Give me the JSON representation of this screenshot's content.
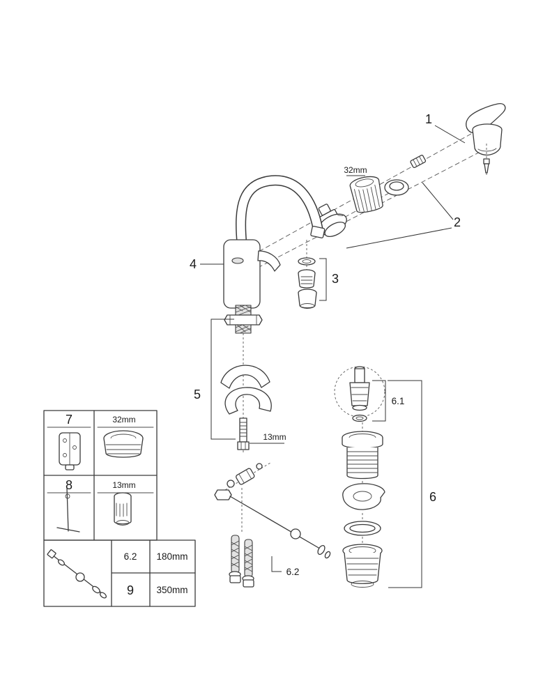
{
  "callouts": {
    "n1": "1",
    "n2": "2",
    "n3": "3",
    "n4": "4",
    "n5": "5",
    "n6": "6",
    "n6_1": "6.1",
    "n6_2": "6.2"
  },
  "dimensions": {
    "cartridge_nut": "32mm",
    "mounting_stud": "13mm"
  },
  "legend": {
    "tool7": {
      "num": "7",
      "size": "32mm"
    },
    "tool8": {
      "num": "8",
      "size": "13mm"
    },
    "rod": {
      "rows": [
        {
          "ref": "6.2",
          "length": "180mm"
        },
        {
          "ref": "9",
          "length": "350mm"
        }
      ]
    }
  }
}
